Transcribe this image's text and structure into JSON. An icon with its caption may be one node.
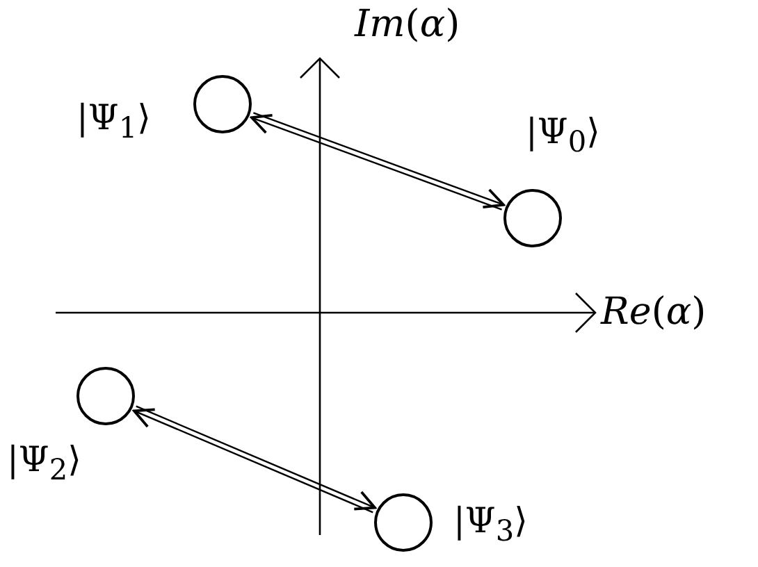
{
  "diagram": {
    "nodes": [
      {
        "text": [],
        "shape": "circle",
        "beside": [
          "|Ψ$_{0}$⟩"
        ]
      },
      {
        "text": [],
        "shape": "circle",
        "beside": [
          "|Ψ$_{1}$⟩"
        ]
      },
      {
        "text": [],
        "shape": "circle",
        "beside": [
          "|Ψ$_{2}$⟩"
        ]
      },
      {
        "text": [],
        "shape": "circle",
        "beside": [
          "|Ψ$_{3}$⟩"
        ]
      }
    ],
    "edges": [
      {
        "from": 1,
        "to": 0,
        "arrow": "both"
      },
      {
        "from": 2,
        "to": 3,
        "arrow": "both"
      }
    ],
    "labels": [
      "*Im*(*α*)",
      "*Re*(*α*)"
    ]
  }
}
